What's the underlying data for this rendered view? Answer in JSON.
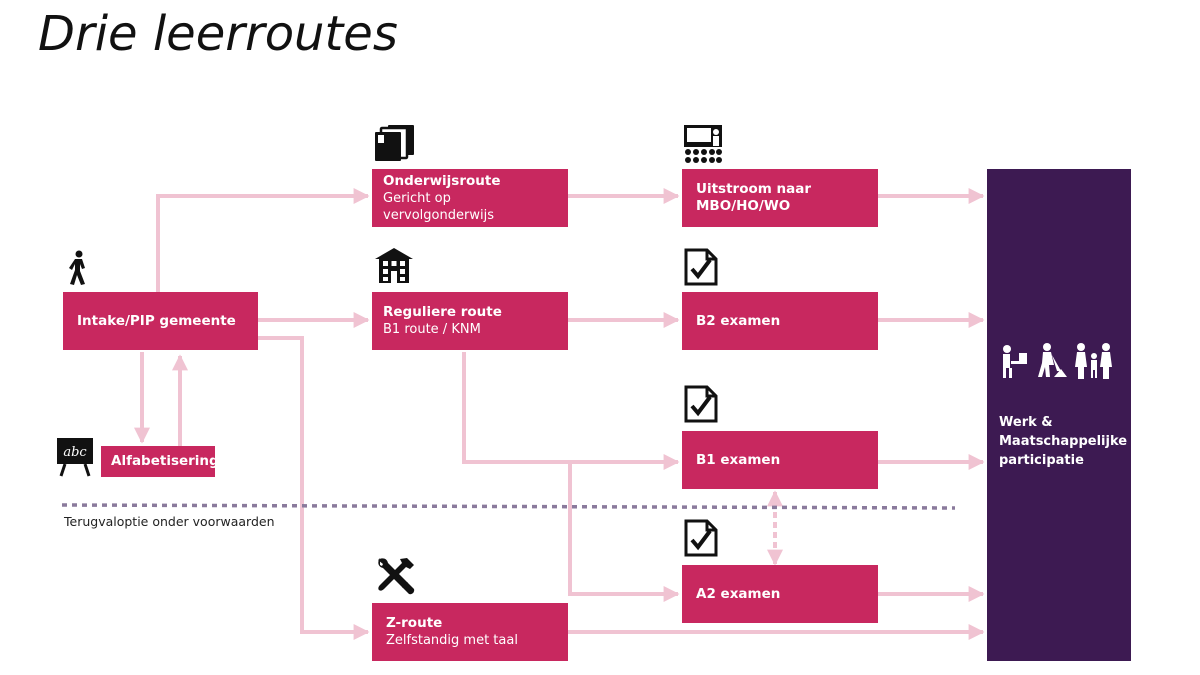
{
  "title": "Drie leerroutes",
  "nodes": {
    "intake": {
      "label": "Intake/PIP gemeente"
    },
    "alfa": {
      "label": "Alfabetisering"
    },
    "onderwijs": {
      "label": "Onderwijsroute",
      "sub1": "Gericht op",
      "sub2": "vervolgonderwijs"
    },
    "regulier": {
      "label": "Reguliere route",
      "sub": "B1 route / KNM"
    },
    "zroute": {
      "label": "Z-route",
      "sub": "Zelfstandig met taal"
    },
    "uitstroom": {
      "label1": "Uitstroom naar",
      "label2": "MBO/HO/WO"
    },
    "b2": {
      "label": "B2 examen"
    },
    "b1": {
      "label": "B1 examen"
    },
    "a2": {
      "label": "A2 examen"
    },
    "goal": {
      "label1": "Werk &",
      "label2": "Maatschappelijke",
      "label3": "participatie"
    }
  },
  "fallback_label": "Terugvaloptie onder voorwaarden",
  "colors": {
    "box": "#c8285f",
    "arrow": "#f0c3d2",
    "goal": "#3d1a52",
    "dotted": "#8a7a9c"
  },
  "icons": [
    "walking-person-icon",
    "books-icon",
    "building-icon",
    "classroom-icon",
    "checklist-icon",
    "abc-board-icon",
    "tools-icon",
    "people-icon"
  ]
}
